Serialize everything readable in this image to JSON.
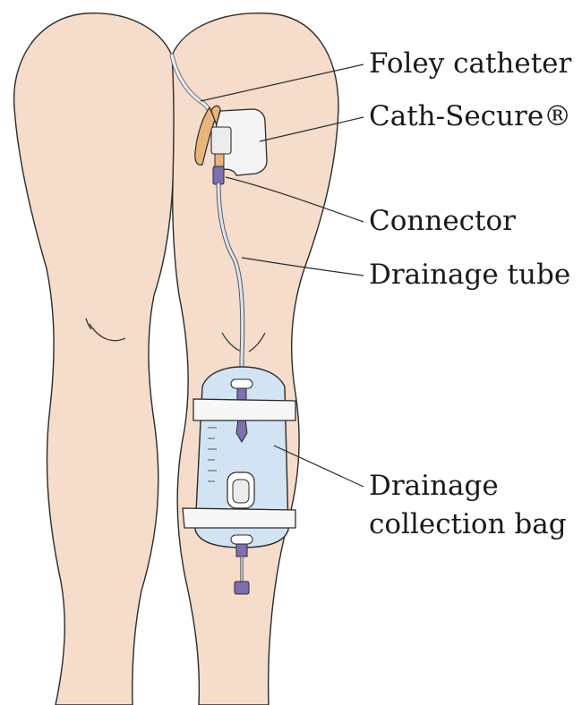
{
  "labels": {
    "foley_catheter": "Foley catheter",
    "cath_secure": "Cath-Secure®",
    "connector": "Connector",
    "drainage_tube": "Drainage tube",
    "bag_line1": "Drainage",
    "bag_line2": "collection bag"
  },
  "colors": {
    "skin": "#f5dccb",
    "outline": "#2b2b2b",
    "catheter": "#e8b57a",
    "tube": "#dde7f0",
    "bag": "#d2e3f3",
    "connector": "#7d6fb0",
    "strap": "#f7f7f7"
  }
}
